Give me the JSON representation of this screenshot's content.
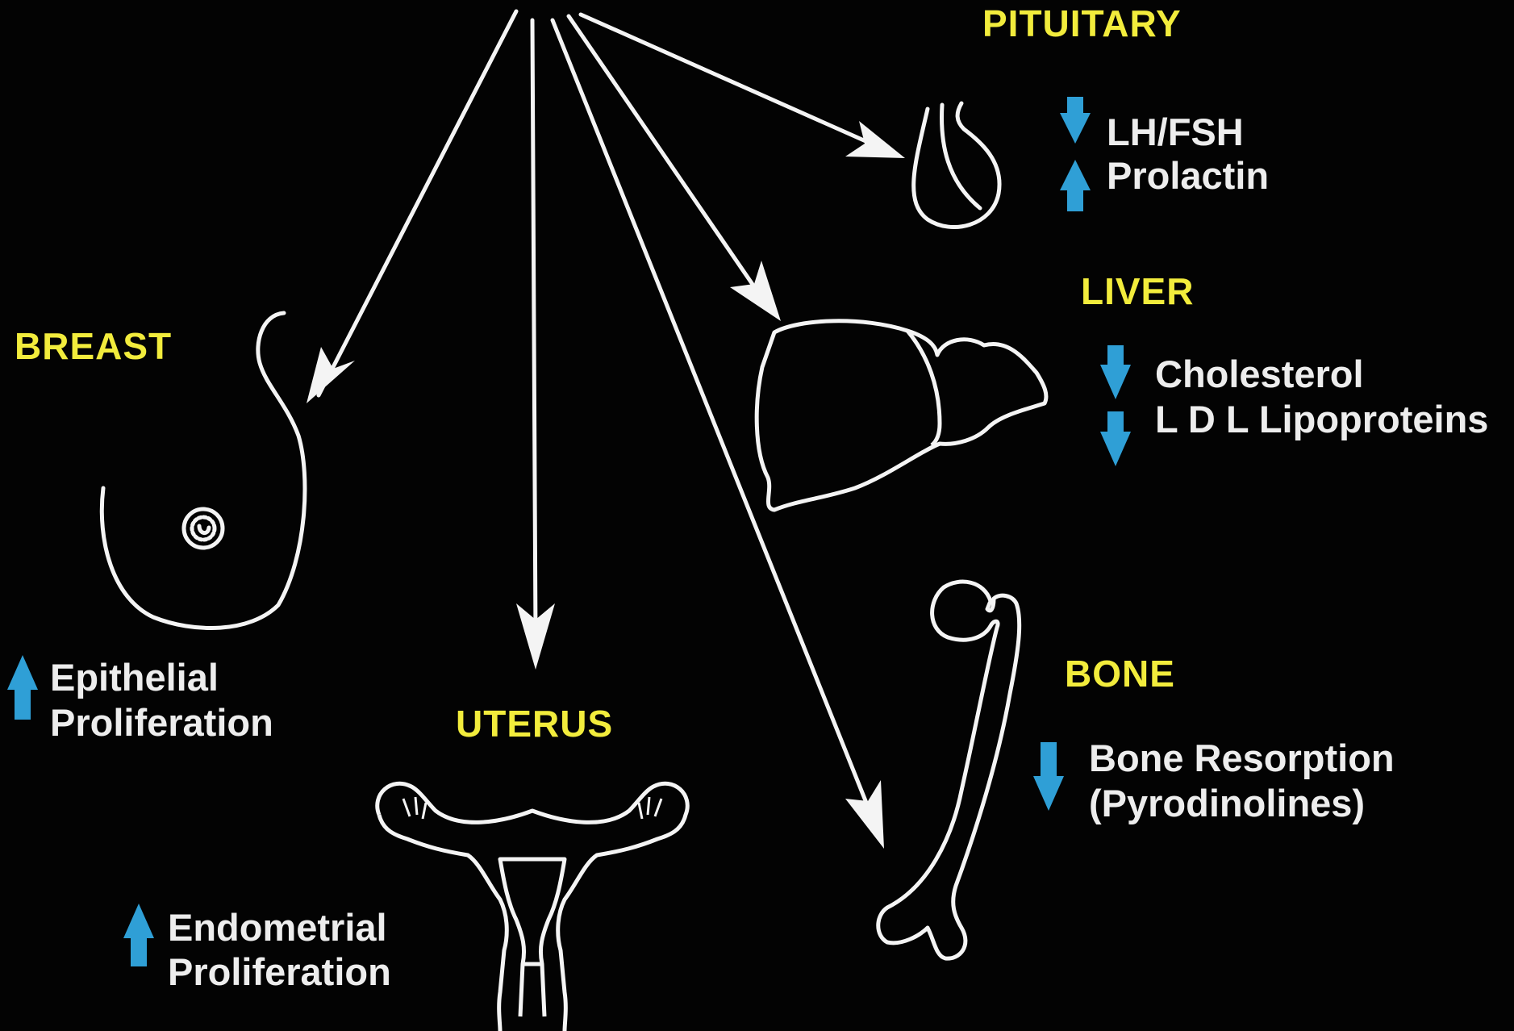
{
  "colors": {
    "background": "#030303",
    "line": "#f4f4f4",
    "organ_label": "#f2ec3c",
    "effect_text": "#ededed",
    "arrow_marker": "#2f9fd6"
  },
  "organs": {
    "pituitary": {
      "label": "PITUITARY",
      "icon": "pituitary-icon",
      "effects": [
        {
          "direction": "down",
          "text": "LH/FSH"
        },
        {
          "direction": "up",
          "text": "Prolactin"
        }
      ]
    },
    "liver": {
      "label": "LIVER",
      "icon": "liver-icon",
      "effects": [
        {
          "direction": "down",
          "text": "Cholesterol"
        },
        {
          "direction": "down",
          "text": "L D L Lipoproteins"
        }
      ]
    },
    "breast": {
      "label": "BREAST",
      "icon": "breast-icon",
      "effects": [
        {
          "direction": "up",
          "text": "Epithelial"
        },
        {
          "direction": null,
          "text": "Proliferation"
        }
      ]
    },
    "uterus": {
      "label": "UTERUS",
      "icon": "uterus-icon",
      "effects": [
        {
          "direction": "up",
          "text": "Endometrial"
        },
        {
          "direction": null,
          "text": "Proliferation"
        }
      ]
    },
    "bone": {
      "label": "BONE",
      "icon": "bone-icon",
      "effects": [
        {
          "direction": "down",
          "text": "Bone Resorption"
        },
        {
          "direction": null,
          "text": "(Pyrodinolines)"
        }
      ]
    }
  }
}
